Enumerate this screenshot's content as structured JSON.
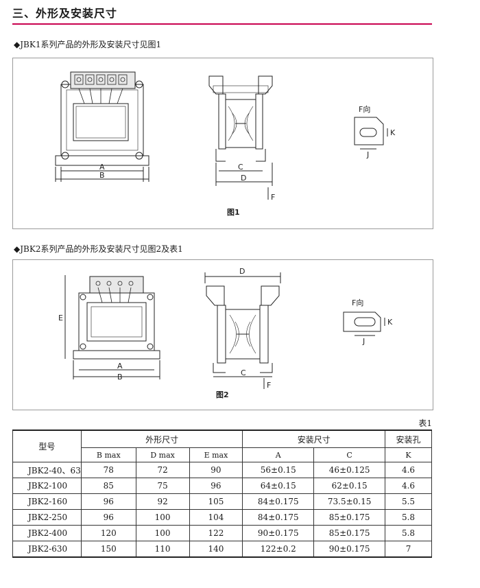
{
  "section": {
    "title": "三、外形及安装尺寸"
  },
  "figure1": {
    "caption": "◆JBK1系列产品的外形及安装尺寸见图1",
    "label": "图1",
    "dims": {
      "a": "A",
      "b": "B",
      "c": "C",
      "d": "D",
      "f": "F",
      "j": "J",
      "k": "K",
      "f_dir": "F向"
    }
  },
  "figure2": {
    "caption": "◆JBK2系列产品的外形及安装尺寸见图2及表1",
    "label": "图2",
    "dims": {
      "a": "A",
      "b": "B",
      "c": "C",
      "d": "D",
      "e": "E",
      "f": "F",
      "j": "J",
      "k": "K",
      "f_dir": "F向"
    }
  },
  "table": {
    "caption": "表1",
    "header": {
      "model": "型号",
      "outline": "外形尺寸",
      "install": "安装尺寸",
      "hole": "安装孔",
      "b_max": "B max",
      "d_max": "D max",
      "e_max": "E max",
      "a": "A",
      "c": "C",
      "k": "K"
    },
    "rows": [
      {
        "model": "JBK2-40、63",
        "b": "78",
        "d": "72",
        "e": "90",
        "a": "56±0.15",
        "c": "46±0.125",
        "k": "4.6"
      },
      {
        "model": "JBK2-100",
        "b": "85",
        "d": "75",
        "e": "96",
        "a": "64±0.15",
        "c": "62±0.15",
        "k": "4.6"
      },
      {
        "model": "JBK2-160",
        "b": "96",
        "d": "92",
        "e": "105",
        "a": "84±0.175",
        "c": "73.5±0.15",
        "k": "5.5"
      },
      {
        "model": "JBK2-250",
        "b": "96",
        "d": "100",
        "e": "104",
        "a": "84±0.175",
        "c": "85±0.175",
        "k": "5.8"
      },
      {
        "model": "JBK2-400",
        "b": "120",
        "d": "100",
        "e": "122",
        "a": "90±0.175",
        "c": "85±0.175",
        "k": "5.8"
      },
      {
        "model": "JBK2-630",
        "b": "150",
        "d": "110",
        "e": "140",
        "a": "122±0.2",
        "c": "90±0.175",
        "k": "7"
      }
    ]
  }
}
